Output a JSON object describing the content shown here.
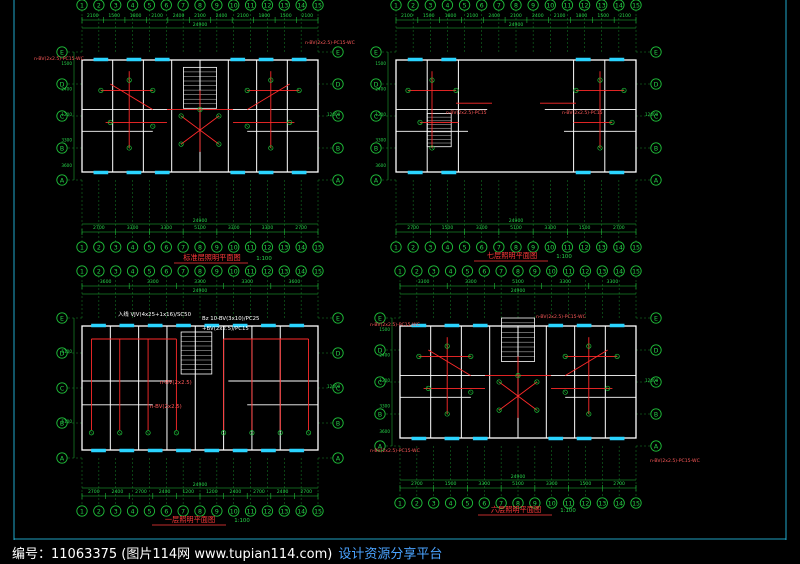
{
  "plans": [
    {
      "id": "standard",
      "title": "标准层照明平面图",
      "scale": "1:100",
      "cols": [
        "1",
        "2",
        "3",
        "4",
        "5",
        "6",
        "7",
        "8",
        "9",
        "10",
        "11",
        "12",
        "13",
        "14",
        "15"
      ],
      "rows": [
        "A",
        "B",
        "C",
        "D",
        "E"
      ],
      "top_dims": [
        "2100",
        "1500",
        "1800",
        "2100",
        "2400",
        "2100",
        "2400",
        "2100",
        "1800",
        "1500",
        "2100"
      ],
      "bottom_dims": [
        "2700",
        "3300",
        "3300",
        "5100",
        "3300",
        "3300",
        "2700"
      ],
      "overall": "24900",
      "side_dims": [
        "1500",
        "2400",
        "1200",
        "3300",
        "3600"
      ],
      "overall_side": "12000",
      "annotations": [
        "n-BV(2x2.5)-PC15-WC",
        "n-BV(2x2.5)-PC15-WC"
      ]
    },
    {
      "id": "seventh",
      "title": "七层照明平面图",
      "scale": "1:100",
      "cols": [
        "1",
        "2",
        "3",
        "4",
        "5",
        "6",
        "7",
        "8",
        "9",
        "10",
        "11",
        "12",
        "13",
        "14",
        "15"
      ],
      "rows": [
        "A",
        "B",
        "C",
        "D",
        "E"
      ],
      "top_dims": [
        "2100",
        "1500",
        "1800",
        "2100",
        "2400",
        "2100",
        "2400",
        "2100",
        "1800",
        "1500",
        "2100"
      ],
      "bottom_dims": [
        "2700",
        "1500",
        "3300",
        "5100",
        "3300",
        "1500",
        "2700"
      ],
      "overall": "24900",
      "side_dims": [
        "1500",
        "2400",
        "1200",
        "3300",
        "3600"
      ],
      "overall_side": "12000",
      "annotations": [
        "n-BV(2x2.5)-PC15",
        "n-BV(2x2.5)-PC15"
      ]
    },
    {
      "id": "first",
      "title": "一层照明平面图",
      "scale": "1:100",
      "cols": [
        "1",
        "2",
        "3",
        "4",
        "5",
        "6",
        "7",
        "8",
        "9",
        "10",
        "11",
        "12",
        "13",
        "14",
        "15"
      ],
      "rows": [
        "A",
        "B",
        "C",
        "D",
        "E"
      ],
      "top_dims": [
        "3600",
        "3300",
        "3300",
        "3300",
        "3600"
      ],
      "bottom_dims": [
        "2700",
        "2400",
        "2700",
        "2400",
        "1200",
        "1200",
        "2400",
        "2700",
        "2400",
        "2700"
      ],
      "overall": "24900",
      "side_dims": [
        "5100",
        "5100"
      ],
      "overall_side": "12000",
      "annotations": [
        "入线 VJV(4x25+1x16)/SC50",
        "Bz 10-BV(3x10)/PC25",
        "+BV(2x2.5)/PC15",
        "n-BV(2x2.5)",
        "n-BV(2x2.5)"
      ]
    },
    {
      "id": "sixth",
      "title": "六层照明平面图",
      "scale": "1:100",
      "cols": [
        "1",
        "2",
        "3",
        "4",
        "5",
        "6",
        "7",
        "8",
        "9",
        "10",
        "11",
        "12",
        "13",
        "14",
        "15"
      ],
      "rows": [
        "A",
        "B",
        "C",
        "D",
        "E"
      ],
      "top_dims": [
        "3300",
        "3300",
        "5100",
        "3300",
        "3300"
      ],
      "bottom_dims": [
        "2700",
        "1500",
        "3300",
        "5100",
        "3300",
        "1500",
        "2700"
      ],
      "overall": "24900",
      "side_dims": [
        "1500",
        "2400",
        "1200",
        "3300",
        "3600"
      ],
      "overall_side": "12000",
      "annotations": [
        "n-BV(2x2.5)-PC15-WC",
        "n-BV(2x2.5)-PC15-WC",
        "n-BV(2x2.5)-PC15-WC",
        "n-BV(2x2.5)-PC15-WC"
      ]
    }
  ],
  "footer": {
    "id_text": "编号：11063375 (图片114网 www.tupian114.com)",
    "brand_text": "设计资源分享平台"
  },
  "colors": {
    "background": "#000000",
    "wall": "#ffffff",
    "grid": "#1fbf3a",
    "wire": "#ff2a2a",
    "fixture": "#2ad4ff",
    "title": "#ff3a3a",
    "axis_text": "#27d44a",
    "annotation": "#ff5a5a",
    "first_floor_text": "#ffffff"
  }
}
